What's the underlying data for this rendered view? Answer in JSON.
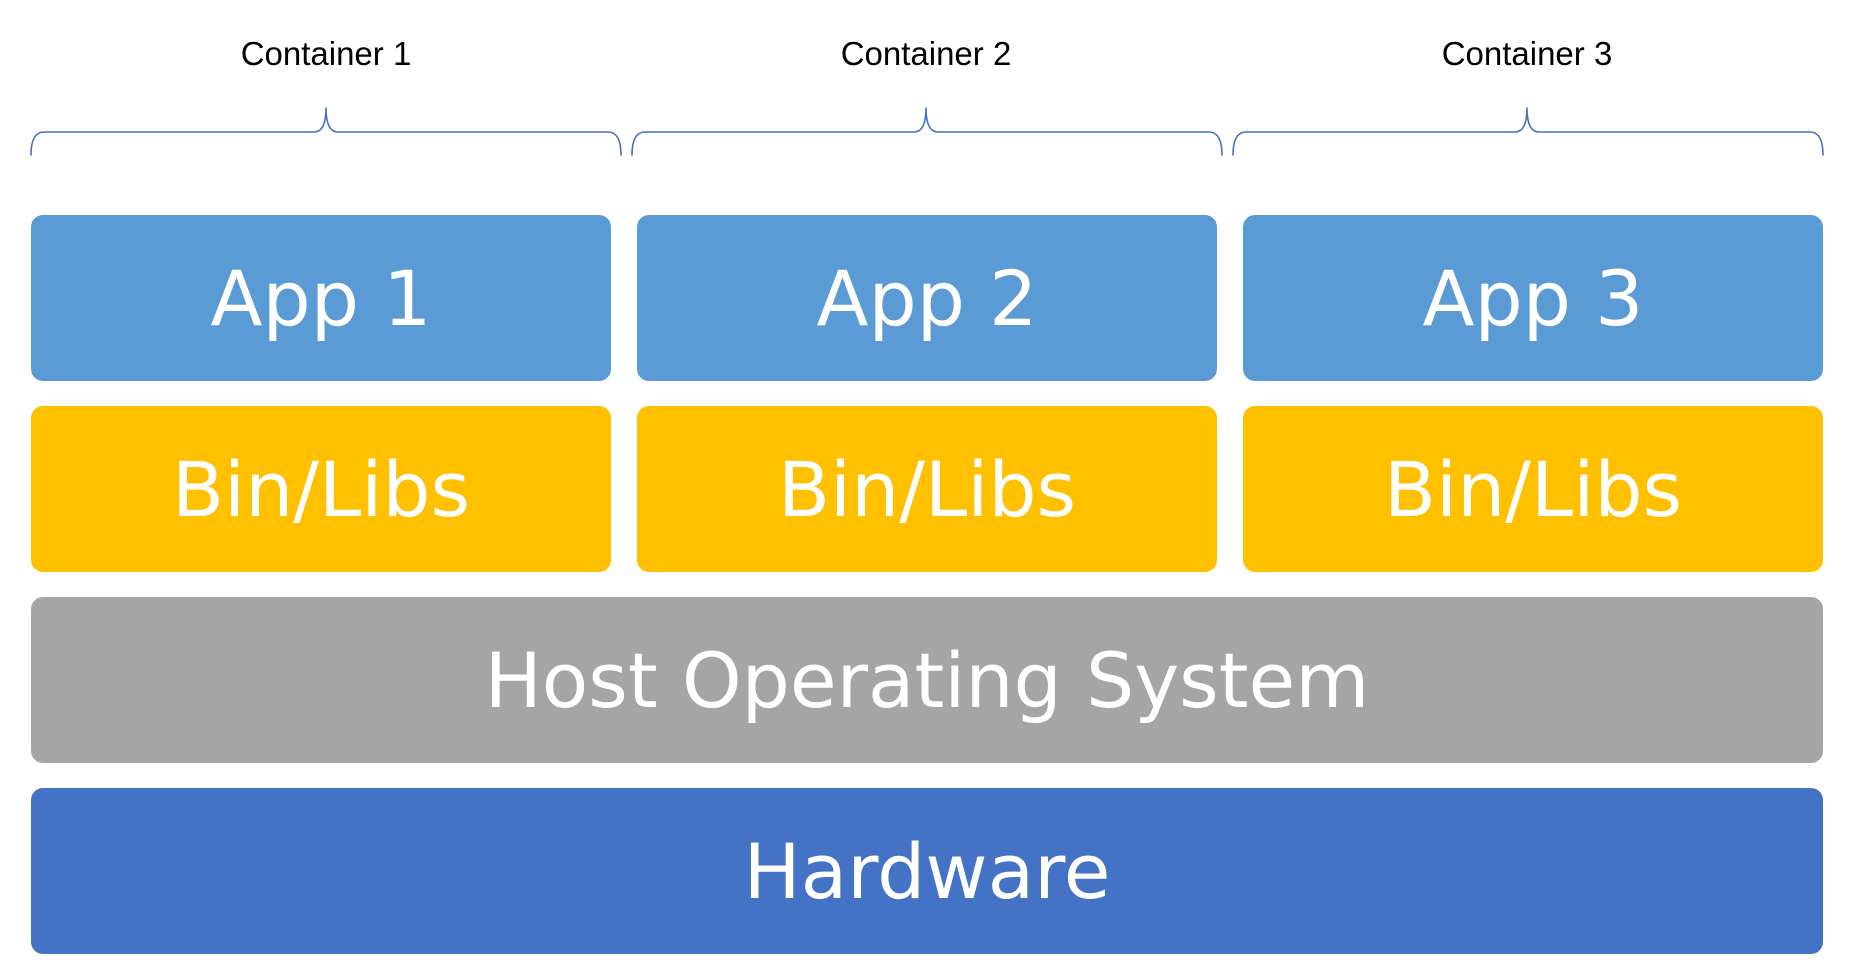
{
  "containers": [
    {
      "label": "Container 1",
      "app": "App 1",
      "libs": "Bin/Libs"
    },
    {
      "label": "Container 2",
      "app": "App 2",
      "libs": "Bin/Libs"
    },
    {
      "label": "Container 3",
      "app": "App 3",
      "libs": "Bin/Libs"
    }
  ],
  "layers": {
    "host_os": "Host Operating System",
    "hardware": "Hardware"
  },
  "colors": {
    "app": "#5b9bd5",
    "libs": "#ffc000",
    "host_os": "#a5a5a5",
    "hardware": "#4472c4",
    "brace": "#4472c4",
    "box_text": "#ffffff"
  }
}
